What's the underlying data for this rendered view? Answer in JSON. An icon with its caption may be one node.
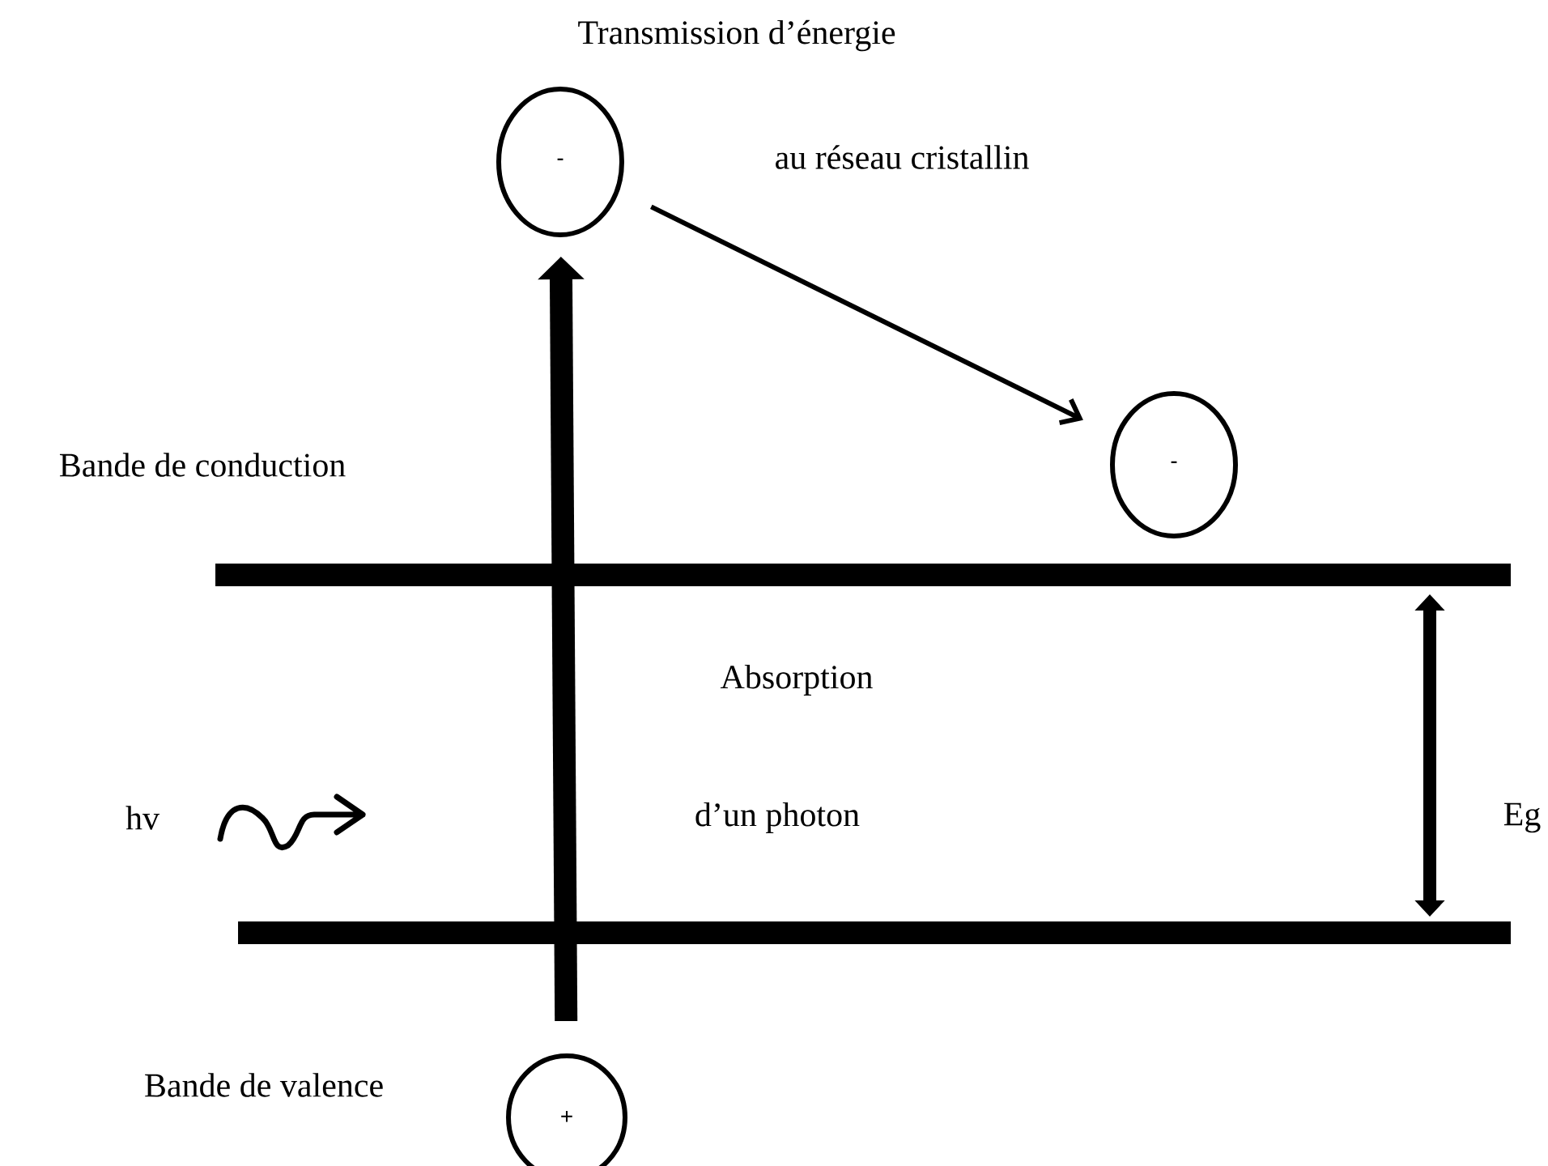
{
  "diagram": {
    "nodes": [
      {
        "text": [
          "-"
        ]
      },
      {
        "text": [
          "-"
        ]
      },
      {
        "text": [
          "+"
        ]
      }
    ],
    "edges": [
      {
        "from": 2,
        "to": 0,
        "arrow": "to",
        "style": "thick"
      },
      {
        "from": 0,
        "to": 1,
        "arrow": "to"
      }
    ],
    "labels": [
      "Transmission d’énergie",
      "au réseau cristallin",
      "Bande de conduction",
      "Absorption",
      "hv",
      "d’un photon",
      "Eg",
      "Bande de valence"
    ]
  }
}
